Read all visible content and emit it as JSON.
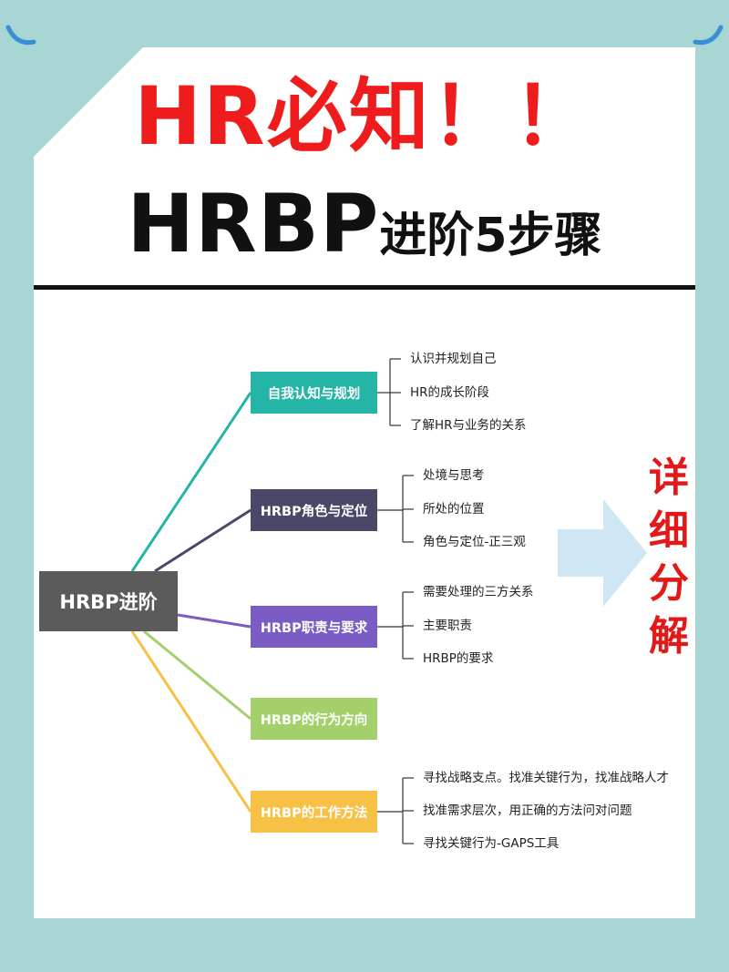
{
  "title": {
    "line1": "HR必知！！",
    "line2_big": "HRBP",
    "line2_small": "进阶5步骤"
  },
  "root": "HRBP进阶",
  "branches": [
    {
      "label": "自我认知与规划",
      "color": "#25b5a6",
      "leaves": [
        "认识并规划自己",
        "HR的成长阶段",
        "了解HR与业务的关系"
      ]
    },
    {
      "label": "HRBP角色与定位",
      "color": "#4a4869",
      "leaves": [
        "处境与思考",
        "所处的位置",
        "角色与定位-正三观"
      ]
    },
    {
      "label": "HRBP职责与要求",
      "color": "#7a5cc4",
      "leaves": [
        "需要处理的三方关系",
        "主要职责",
        "HRBP的要求"
      ]
    },
    {
      "label": "HRBP的行为方向",
      "color": "#a3d06a",
      "leaves": []
    },
    {
      "label": "HRBP的工作方法",
      "color": "#f7c145",
      "leaves": [
        "寻找战略支点。找准关键行为，找准战略人才",
        "找准需求层次，用正确的方法问对问题",
        "寻找关键行为-GAPS工具"
      ]
    }
  ],
  "side_label": [
    "详",
    "细",
    "分",
    "解"
  ],
  "colors": {
    "background": "#a8d6d4",
    "title_red": "#ee1c1c",
    "root_gray": "#5b5b5b",
    "arrow_blue": "#cfe6f5"
  }
}
